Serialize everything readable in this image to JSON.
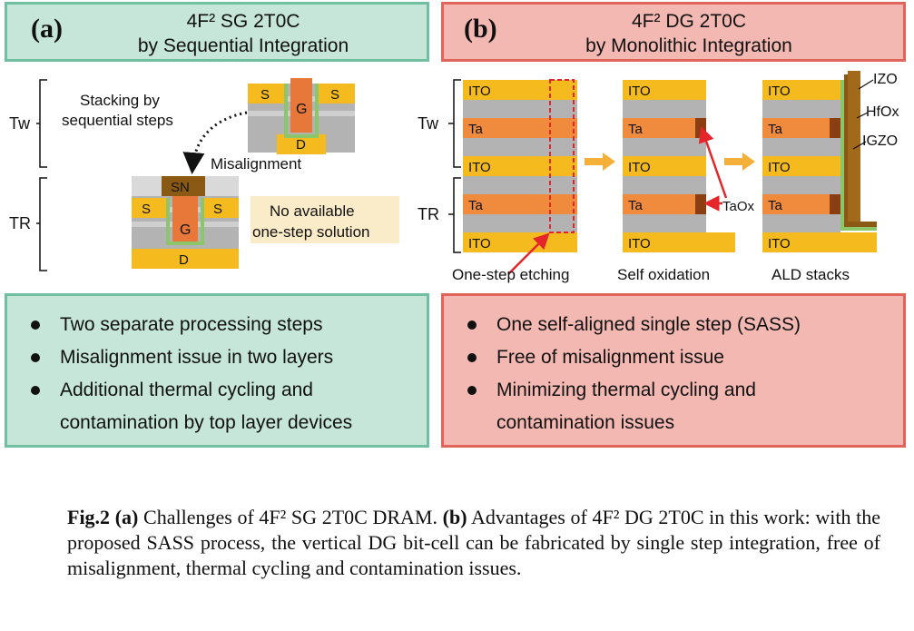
{
  "panel_a": {
    "label": "(a)",
    "title_line1": "4F² SG 2T0C",
    "title_line2": "by Sequential Integration",
    "stacking_line1": "Stacking by",
    "stacking_line2": "sequential steps",
    "misalignment": "Misalignment",
    "no_solution_line1": "No available",
    "no_solution_line2": "one-step solution",
    "tw": "Tw",
    "tr": "TR",
    "s": "S",
    "g": "G",
    "d": "D",
    "sn": "SN",
    "bullets": [
      "Two separate processing steps",
      "Misalignment issue in two layers",
      "Additional thermal cycling and",
      "contamination by top layer devices"
    ]
  },
  "panel_b": {
    "label": "(b)",
    "title_line1": "4F² DG 2T0C",
    "title_line2": "by Monolithic Integration",
    "ito": "ITO",
    "ta": "Ta",
    "taox": "TaOx",
    "izo": "IZO",
    "hfox": "HfOx",
    "igzo": "IGZO",
    "step1": "One-step etching",
    "step2": "Self oxidation",
    "step3": "ALD stacks",
    "tw": "Tw",
    "tr": "TR",
    "bullets": [
      "One self-aligned single step (SASS)",
      "Free of misalignment issue",
      "Minimizing thermal cycling and",
      "contamination issues"
    ]
  },
  "caption": {
    "fig": "Fig.2",
    "a": "(a)",
    "text_a": " Challenges of 4F² SG 2T0C DRAM. ",
    "b": "(b)",
    "text_b": " Advantages of 4F² DG 2T0C in this work: with the proposed SASS process, the vertical DG bit-cell can be fabricated by single step integration, free of misalignment, thermal cycling and contamination issues."
  },
  "colors": {
    "ito": "#f5bb1e",
    "ta": "#f08a3c",
    "gray": "#b3b3b3",
    "gate": "#e8783a",
    "green": "#8cc66a",
    "arrow_red": "#e4262a",
    "arrow_orange": "#f5b03a",
    "sn": "#8a5a14",
    "note_bg": "#fbecc9"
  }
}
